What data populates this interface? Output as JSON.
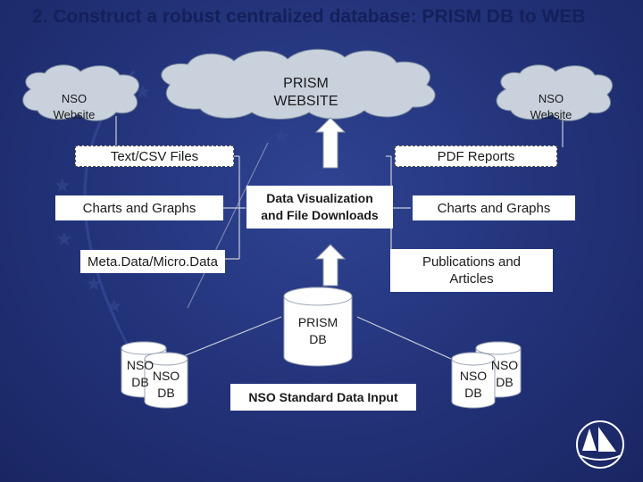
{
  "slide": {
    "title": "2. Construct a robust centralized database: PRISM DB to WEB"
  },
  "clouds": {
    "center": "PRISM\nWEBSITE",
    "left": "NSO\nWebsite",
    "right": "NSO\nWebsite"
  },
  "boxes": {
    "text_csv": "Text/CSV Files",
    "pdf_reports": "PDF Reports",
    "charts_left": "Charts and Graphs",
    "data_viz": "Data Visualization\nand File Downloads",
    "charts_right": "Charts and Graphs",
    "metadata": "Meta.Data/Micro.Data",
    "publications": "Publications and\nArticles",
    "standard_input": "NSO Standard Data Input"
  },
  "databases": {
    "prism": "PRISM\nDB",
    "left_back": "NSO\nDB",
    "left_front": "NSO\nDB",
    "right_back": "NSO\nDB",
    "right_front": "NSO\nDB"
  },
  "colors": {
    "background": "#223278",
    "title": "#14205a",
    "cloud_fill": "#c8d1dc",
    "arrow_fill": "#ffffff"
  }
}
